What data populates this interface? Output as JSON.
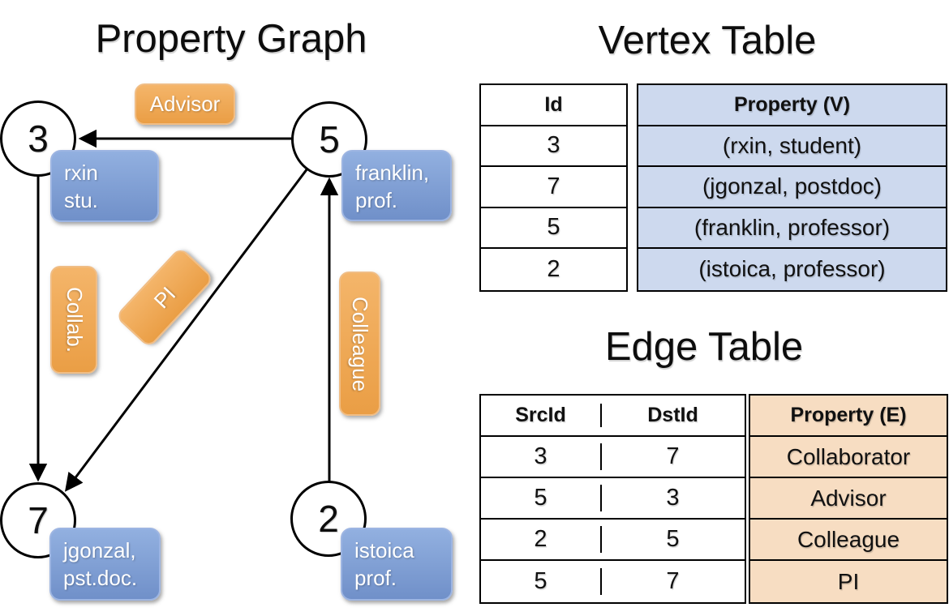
{
  "graph": {
    "title": "Property Graph",
    "vertices": [
      {
        "id": "3",
        "line1": "rxin",
        "line2": "stu."
      },
      {
        "id": "5",
        "line1": "franklin,",
        "line2": "prof."
      },
      {
        "id": "7",
        "line1": "jgonzal,",
        "line2": "pst.doc."
      },
      {
        "id": "2",
        "line1": "istoica",
        "line2": "prof."
      }
    ],
    "edge_labels": {
      "advisor": "Advisor",
      "collab": "Collab.",
      "pi": "PI",
      "colleague": "Colleague"
    }
  },
  "vertex_table": {
    "title": "Vertex Table",
    "headers": {
      "id": "Id",
      "property": "Property (V)"
    },
    "rows": [
      {
        "id": "3",
        "property": "(rxin, student)"
      },
      {
        "id": "7",
        "property": "(jgonzal, postdoc)"
      },
      {
        "id": "5",
        "property": "(franklin, professor)"
      },
      {
        "id": "2",
        "property": "(istoica, professor)"
      }
    ]
  },
  "edge_table": {
    "title": "Edge Table",
    "headers": {
      "src": "SrcId",
      "dst": "DstId",
      "property": "Property (E)"
    },
    "rows": [
      {
        "src": "3",
        "dst": "7",
        "property": "Collaborator"
      },
      {
        "src": "5",
        "dst": "3",
        "property": "Advisor"
      },
      {
        "src": "2",
        "dst": "5",
        "property": "Colleague"
      },
      {
        "src": "5",
        "dst": "7",
        "property": "PI"
      }
    ]
  },
  "colors": {
    "edge_label_orange": "#eda44d",
    "vertex_label_blue": "#7b9bd3",
    "vertex_property_fill": "#cdd9ee",
    "edge_property_fill": "#f7ddc2",
    "line_black": "#000000"
  }
}
